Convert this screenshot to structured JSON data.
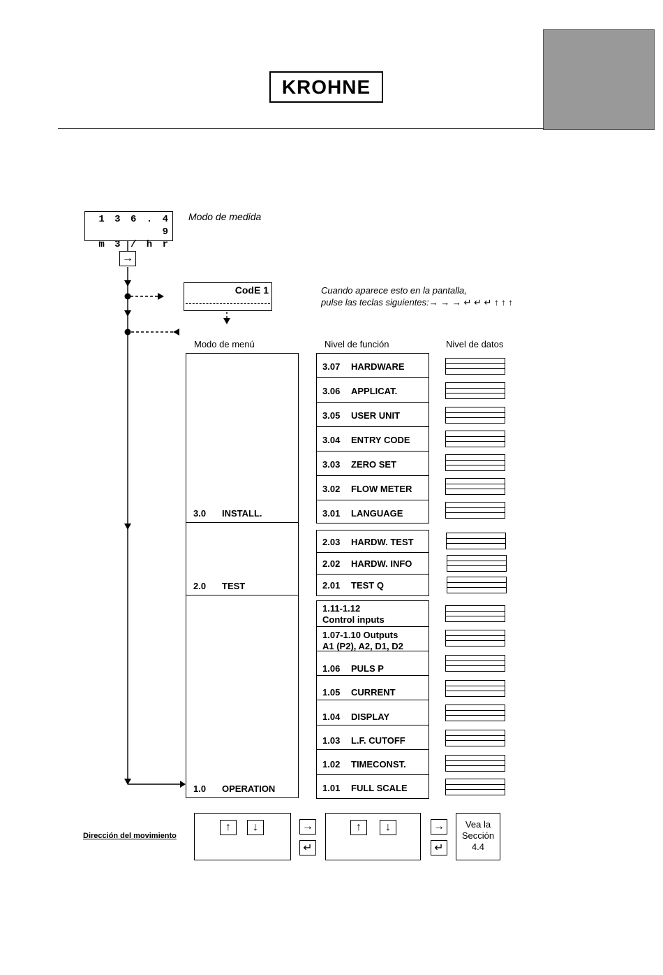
{
  "header": {
    "logo_text": "KROHNE"
  },
  "measure": {
    "display_line1": "1 3 6 . 4 9",
    "display_line2": "m 3 / h r",
    "label": "Modo de medida"
  },
  "keys": {
    "right": "→",
    "enter": "↵",
    "up": "↑",
    "down": "↓"
  },
  "code": {
    "display": "CodE 1",
    "instruction_line1": "Cuando aparece esto en la pantalla,",
    "instruction_line2": "pulse las teclas siguientes:→ → → ↵ ↵ ↵ ↑ ↑ ↑"
  },
  "columns": {
    "menu": "Modo de menú",
    "function": "Nivel de función",
    "data": "Nivel de datos"
  },
  "menus": [
    {
      "code": "3.0",
      "label": "INSTALL."
    },
    {
      "code": "2.0",
      "label": "TEST"
    },
    {
      "code": "1.0",
      "label": "OPERATION"
    }
  ],
  "functions_install": [
    {
      "code": "3.07",
      "label": "HARDWARE"
    },
    {
      "code": "3.06",
      "label": "APPLICAT."
    },
    {
      "code": "3.05",
      "label": "USER UNIT"
    },
    {
      "code": "3.04",
      "label": "ENTRY CODE"
    },
    {
      "code": "3.03",
      "label": "ZERO SET"
    },
    {
      "code": "3.02",
      "label": "FLOW METER"
    },
    {
      "code": "3.01",
      "label": "LANGUAGE"
    }
  ],
  "functions_test": [
    {
      "code": "2.03",
      "label": "HARDW. TEST"
    },
    {
      "code": "2.02",
      "label": "HARDW. INFO"
    },
    {
      "code": "2.01",
      "label": "TEST Q"
    }
  ],
  "functions_operation": {
    "control_line1": "1.11-1.12",
    "control_line2": "Control inputs",
    "outputs_line1": "1.07-1.10 Outputs",
    "outputs_line2": "A1 (P2), A2, D1, D2",
    "items": [
      {
        "code": "1.06",
        "label": "PULS P"
      },
      {
        "code": "1.05",
        "label": "CURRENT"
      },
      {
        "code": "1.04",
        "label": "DISPLAY"
      },
      {
        "code": "1.03",
        "label": "L.F. CUTOFF"
      },
      {
        "code": "1.02",
        "label": "TIMECONST."
      },
      {
        "code": "1.01",
        "label": "FULL SCALE"
      }
    ]
  },
  "footer": {
    "direction_label": "Dirección del movimiento",
    "section_line1": "Vea la",
    "section_line2": "Sección",
    "section_line3": "4.4"
  }
}
